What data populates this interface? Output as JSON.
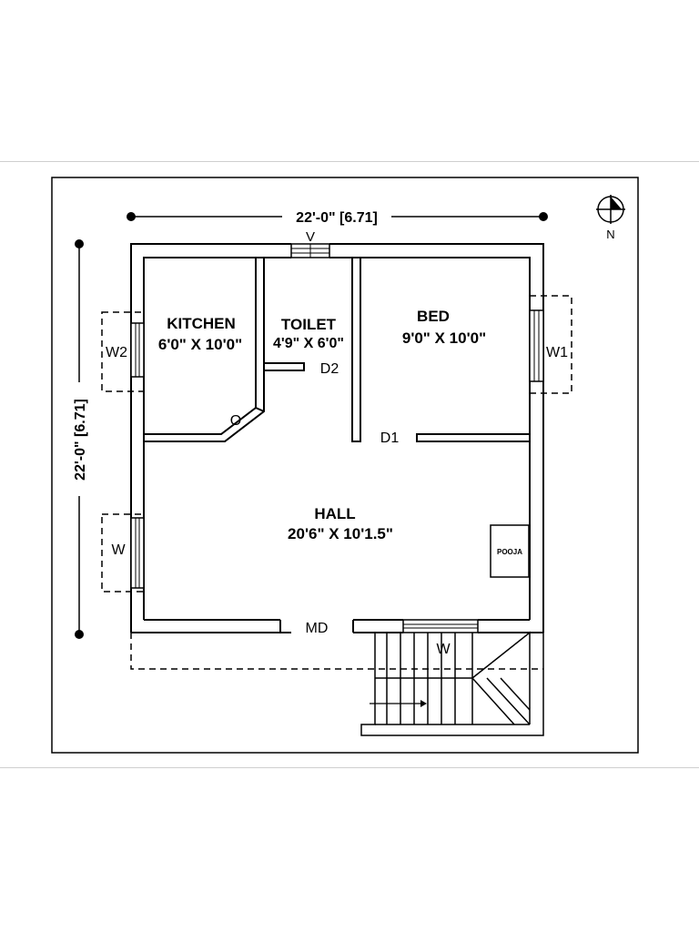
{
  "dimensions": {
    "width_label": "22'-0\" [6.71]",
    "height_label": "22'-0\" [6.71]"
  },
  "north_label": "N",
  "rooms": {
    "kitchen": {
      "name": "KITCHEN",
      "size": "6'0\" X 10'0\""
    },
    "toilet": {
      "name": "TOILET",
      "size": "4'9\" X 6'0\""
    },
    "bed": {
      "name": "BED",
      "size": "9'0\" X 10'0\""
    },
    "hall": {
      "name": "HALL",
      "size": "20'6\" X 10'1.5\""
    },
    "pooja": {
      "name": "POOJA"
    }
  },
  "openings": {
    "ventilator": "V",
    "window_w1": "W1",
    "window_w2": "W2",
    "window_hall": "W",
    "window_front": "W",
    "door_d1": "D1",
    "door_d2": "D2",
    "main_door": "MD",
    "kitchen_opening": "O"
  }
}
